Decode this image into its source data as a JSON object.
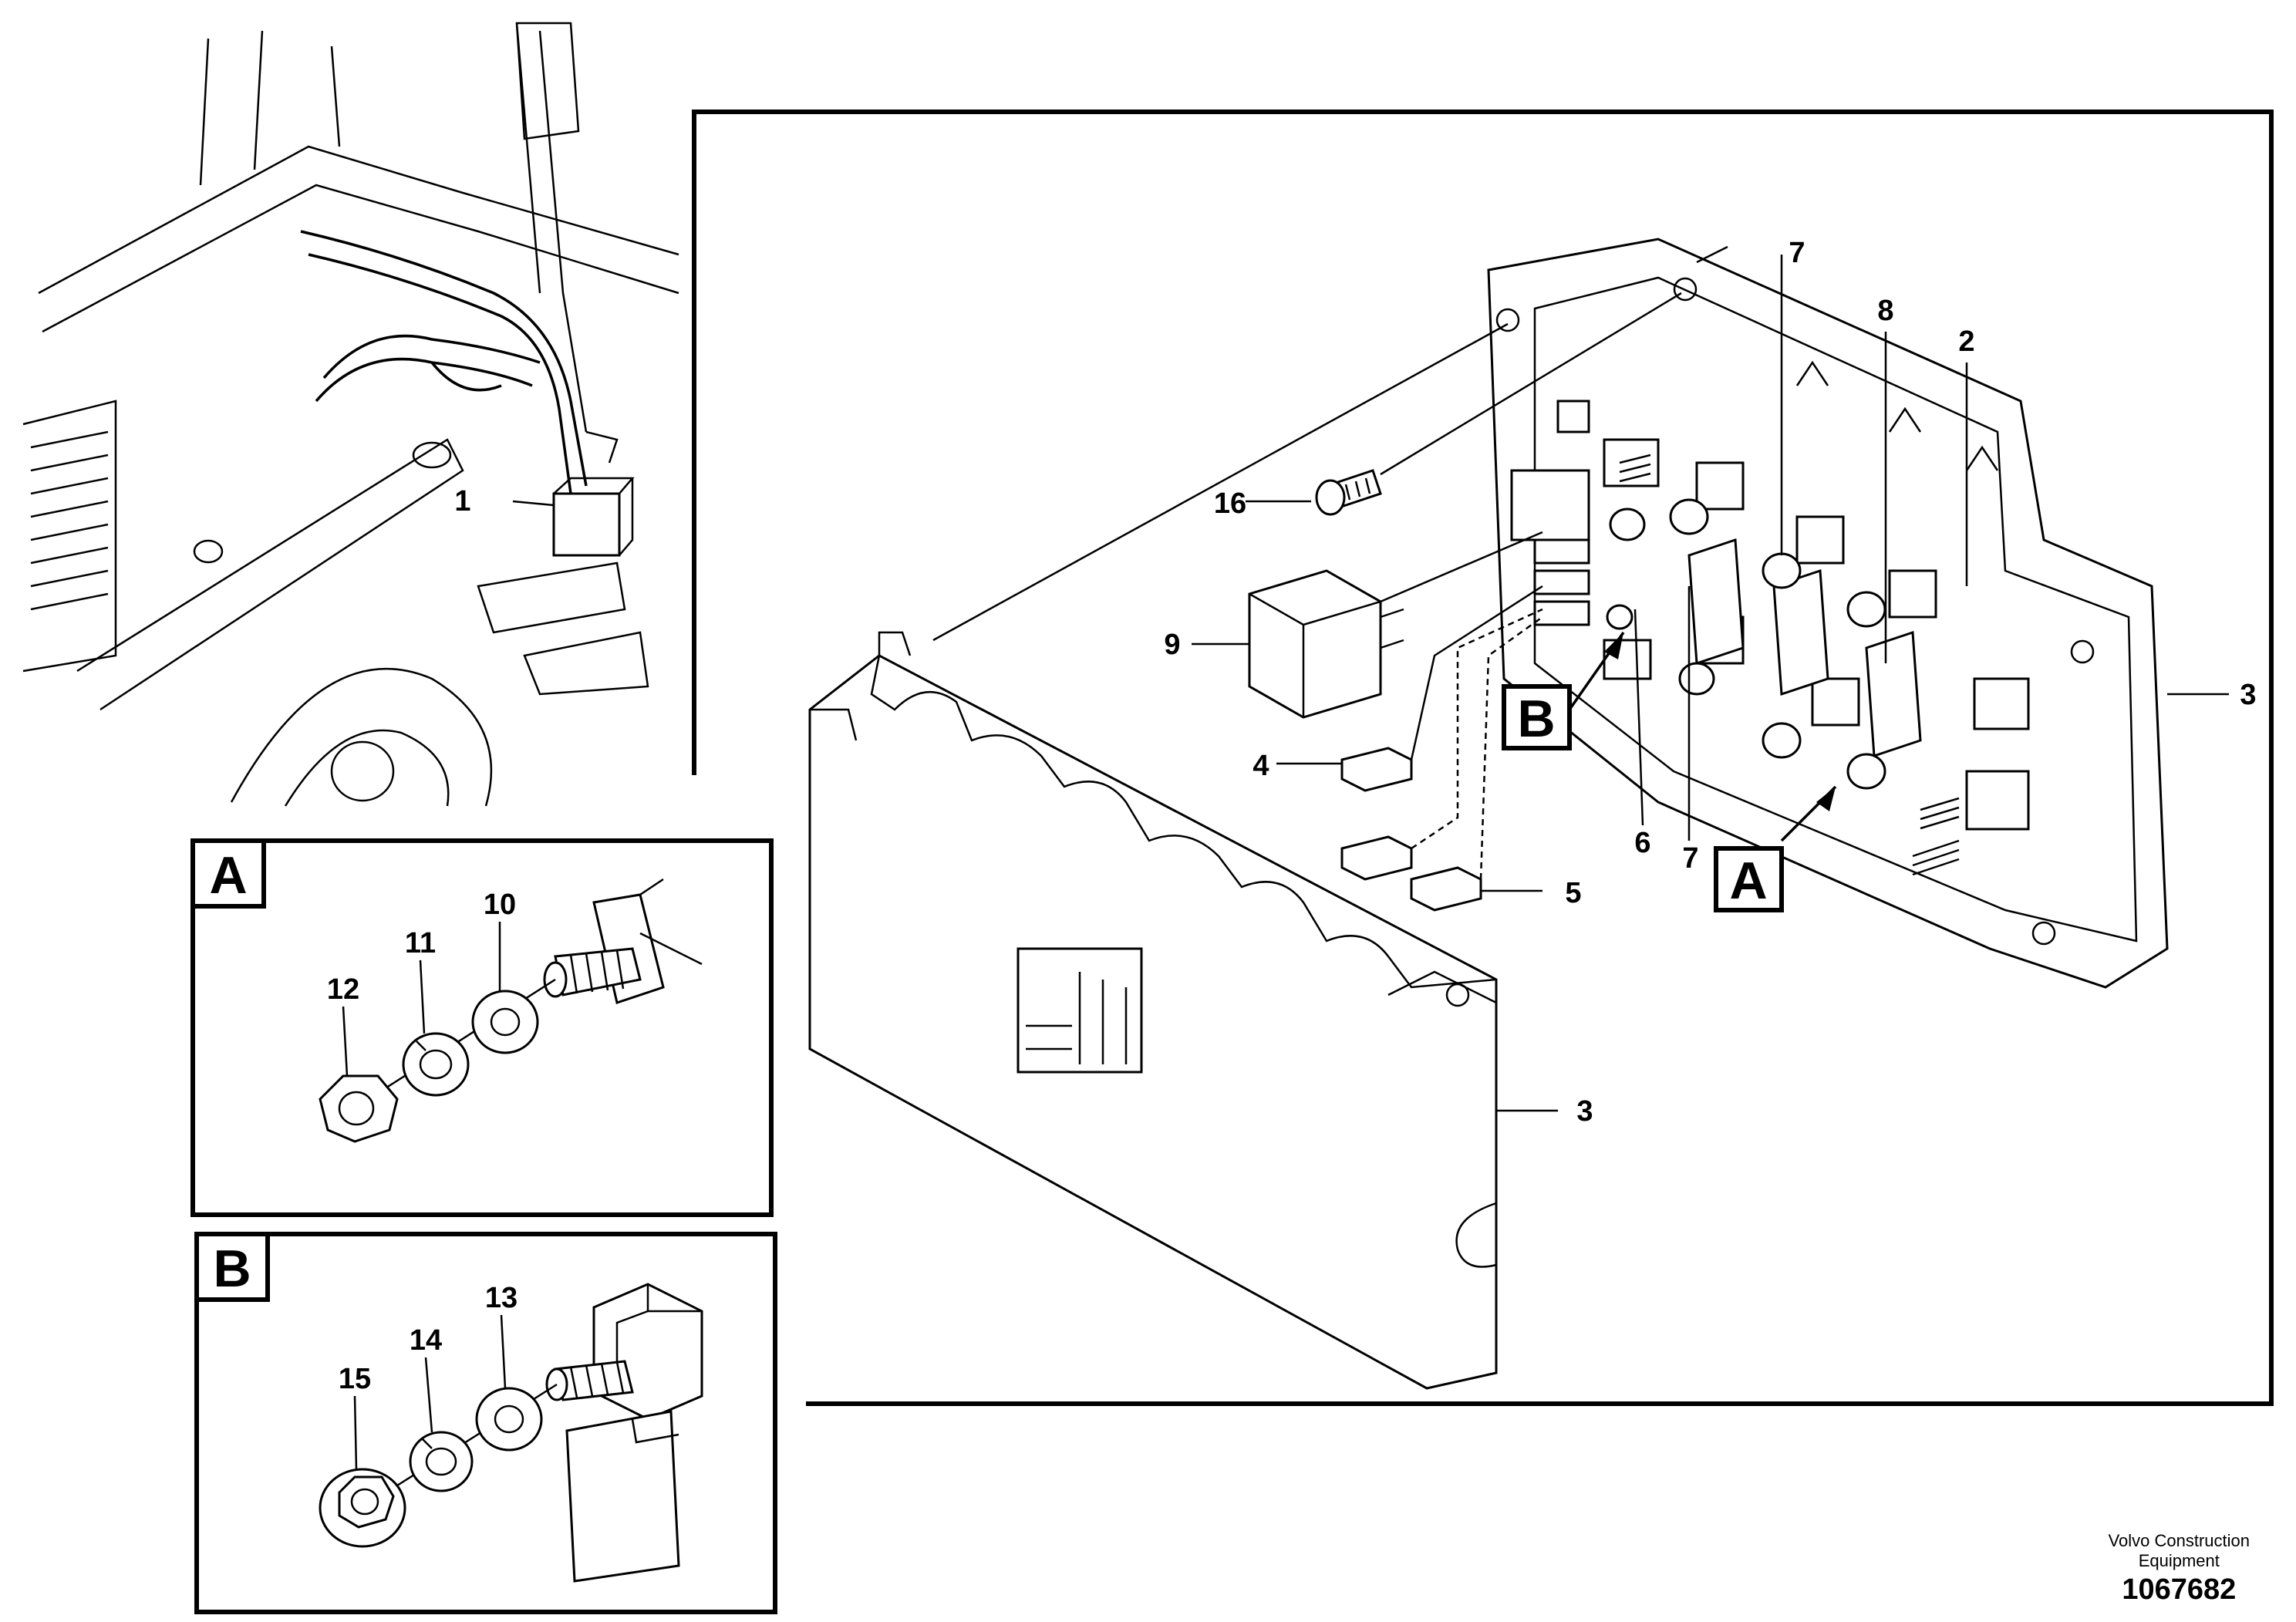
{
  "callouts": {
    "c1": "1",
    "c2": "2",
    "c3a": "3",
    "c3b": "3",
    "c4": "4",
    "c5": "5",
    "c6": "6",
    "c7a": "7",
    "c7b": "7",
    "c8": "8",
    "c9": "9",
    "c10": "10",
    "c11": "11",
    "c12": "12",
    "c13": "13",
    "c14": "14",
    "c15": "15",
    "c16": "16"
  },
  "details": {
    "a_marker": "A",
    "b_marker": "B",
    "a_frame_label": "A",
    "b_frame_label": "B"
  },
  "footer": {
    "brand_line1": "Volvo Construction",
    "brand_line2": "Equipment",
    "drawing_number": "1067682"
  }
}
